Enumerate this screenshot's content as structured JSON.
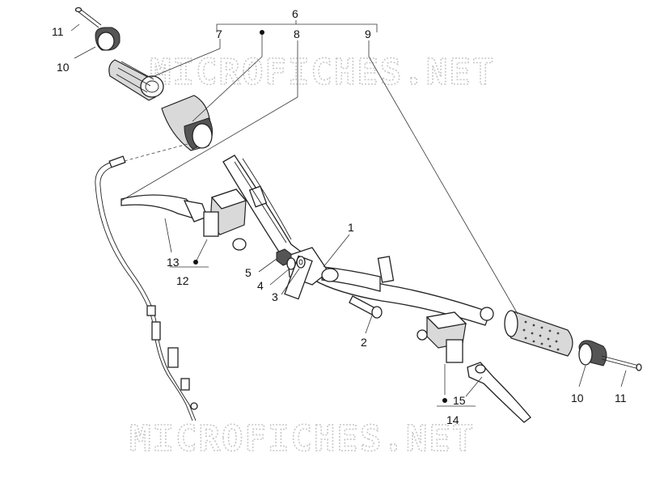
{
  "watermark": {
    "top": "MICROFICHES.NET",
    "bottom": "MICROFICHES.NET"
  },
  "labels": {
    "l1": "1",
    "l2": "2",
    "l3": "3",
    "l4": "4",
    "l5": "5",
    "l6": "6",
    "l7": "7",
    "l8": "8",
    "l9": "9",
    "l10a": "10",
    "l10b": "10",
    "l11a": "11",
    "l11b": "11",
    "l12": "12",
    "l13": "13",
    "l14": "14",
    "l15": "15"
  }
}
